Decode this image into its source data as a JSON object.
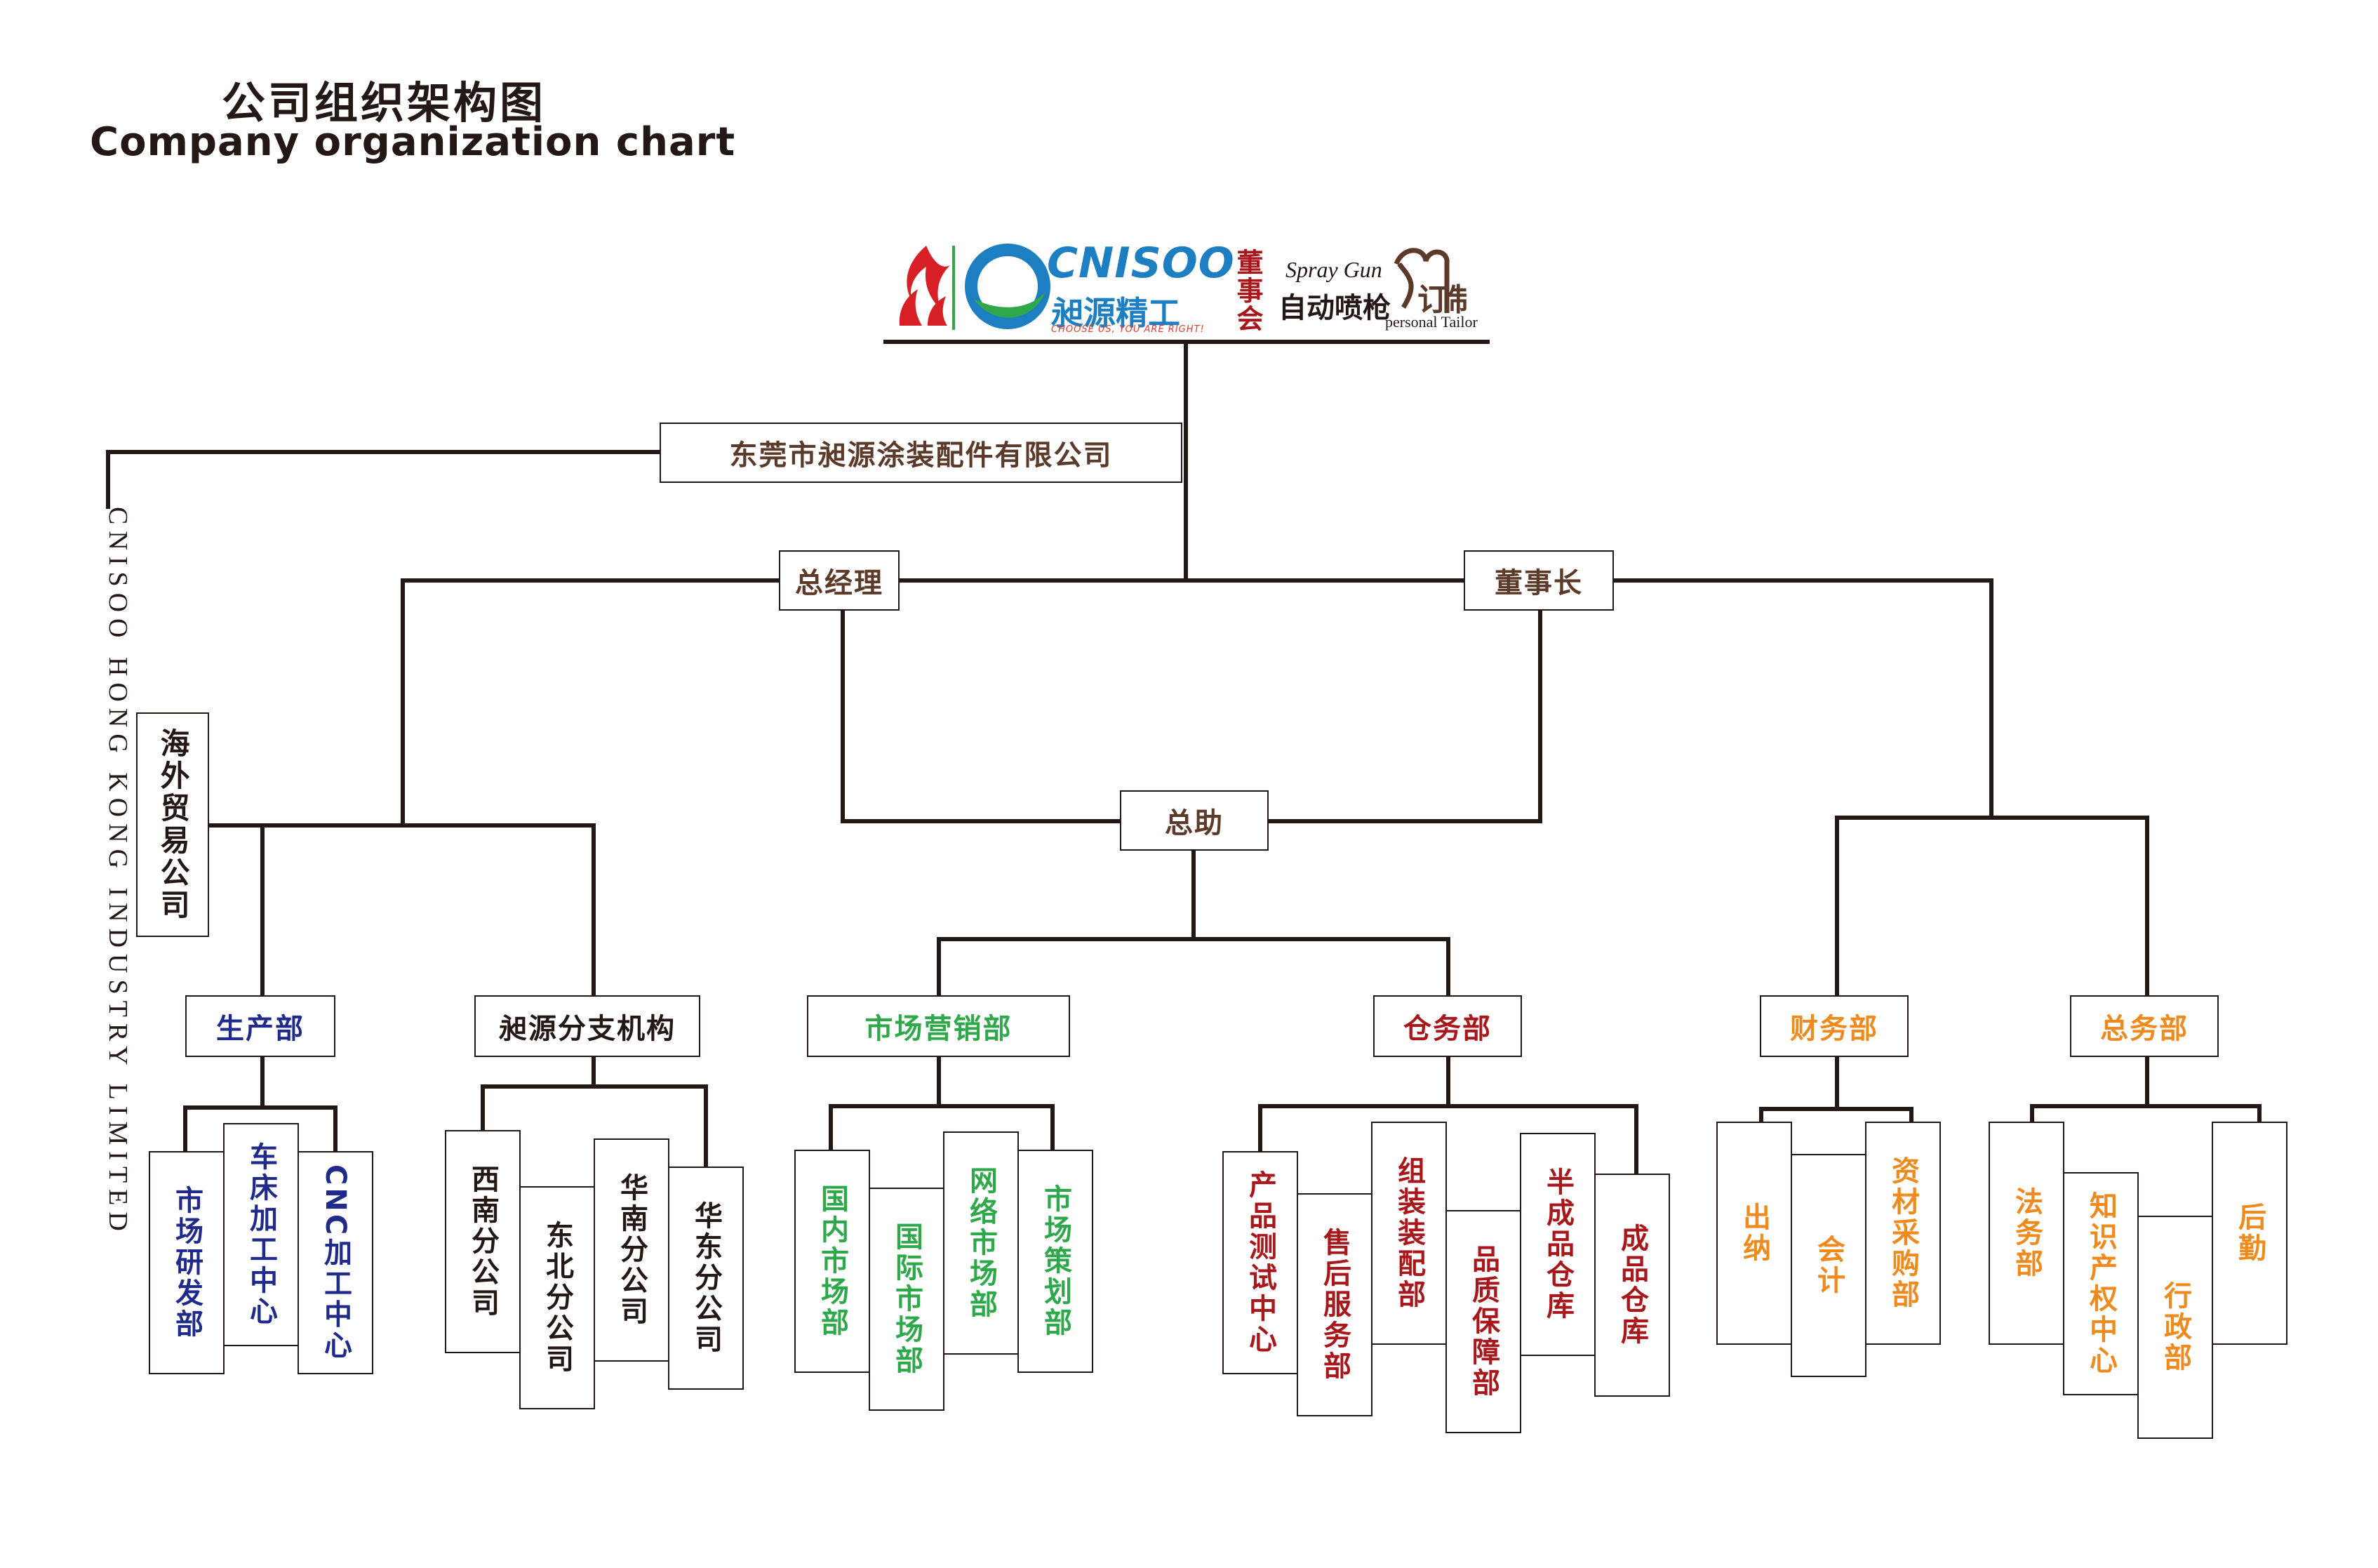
{
  "title": {
    "cn": "公司组织架构图",
    "en": "Company organization chart"
  },
  "side_text": "CNISOO HONG KONG INDUSTRY LIMITED",
  "logo": {
    "brand": "CNISOO",
    "brand_cn": "昶源精工",
    "slogan": "CHOOSE US, YOU ARE RIGHT!",
    "board": "董事会",
    "spray_en": "Spray Gun",
    "spray_cn": "自动喷枪",
    "tailor_cn": "订制",
    "tailor_en": "personal Tailor"
  },
  "nodes": {
    "company": "东莞市昶源涂装配件有限公司",
    "general_manager": "总经理",
    "chairman": "董事长",
    "assistant": "总助",
    "overseas": "海外贸易公司",
    "production": "生产部",
    "branches": "昶源分支机构",
    "marketing": "市场营销部",
    "warehouse": "仓务部",
    "finance": "财务部",
    "general_affairs": "总务部"
  },
  "production_children": [
    "市场研发部",
    "车床加工中心",
    "CNC加工中心"
  ],
  "branch_children": [
    "西南分公司",
    "东北分公司",
    "华南分公司",
    "华东分公司"
  ],
  "marketing_children": [
    "国内市场部",
    "国际市场部",
    "网络市场部",
    "市场策划部"
  ],
  "warehouse_children": [
    "产品测试中心",
    "售后服务部",
    "组装装配部",
    "品质保障部",
    "半成品仓库",
    "成品仓库"
  ],
  "finance_children": [
    "出纳",
    "会计",
    "资材采购部"
  ],
  "general_children": [
    "法务部",
    "知识产权中心",
    "行政部",
    "后勤"
  ],
  "colors": {
    "line": "#231815",
    "brown": "#5b3a29",
    "blue": "#1f2a8a",
    "green": "#2ea84a",
    "red": "#a8171b",
    "orange": "#ee8a1e"
  }
}
